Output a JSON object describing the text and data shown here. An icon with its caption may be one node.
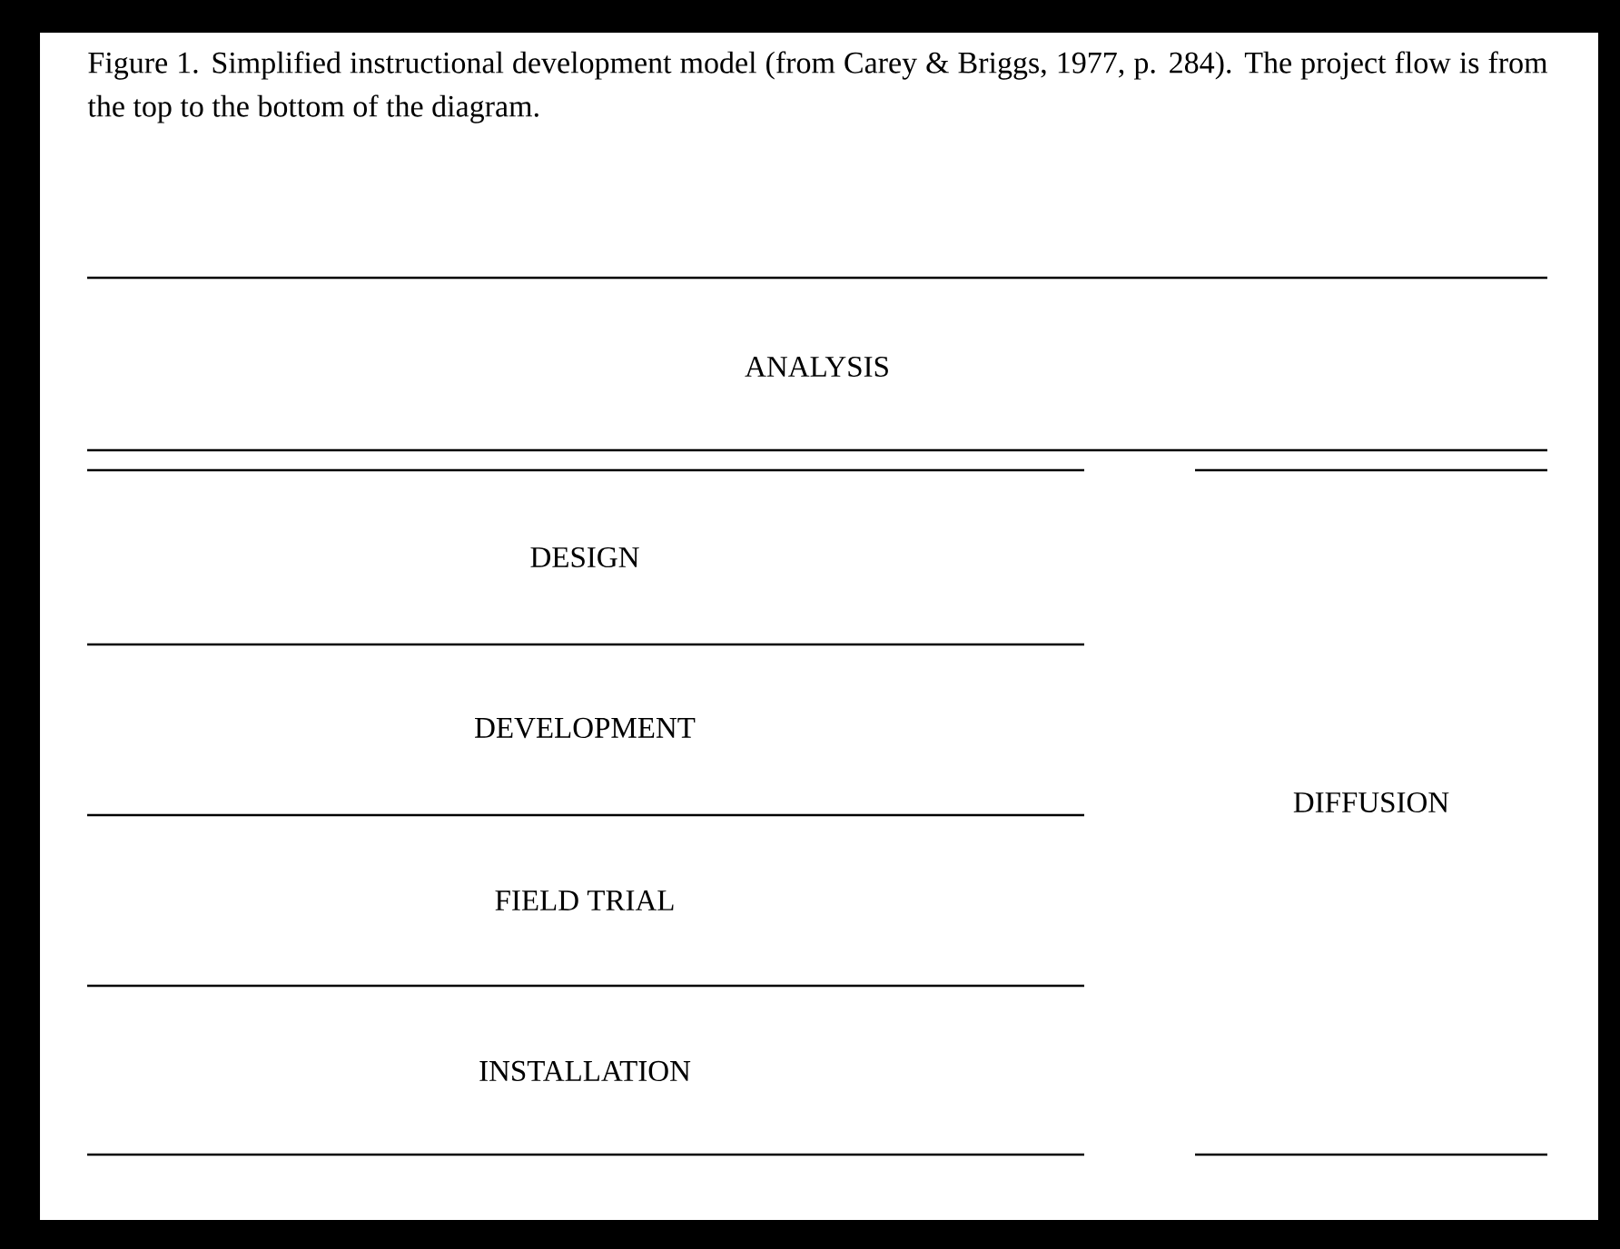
{
  "diagram": {
    "caption": "Figure 1. Simplified instructional development model (from Carey & Briggs, 1977, p. 284). The project flow is from the top to the bottom of the diagram.",
    "nodes": [
      {
        "text": [
          "ANALYSIS"
        ]
      },
      {
        "text": [
          "DESIGN"
        ]
      },
      {
        "text": [
          "DEVELOPMENT"
        ]
      },
      {
        "text": [
          "FIELD TRIAL"
        ]
      },
      {
        "text": [
          "INSTALLATION"
        ]
      },
      {
        "text": [
          "DIFFUSION"
        ]
      }
    ],
    "edges": []
  }
}
